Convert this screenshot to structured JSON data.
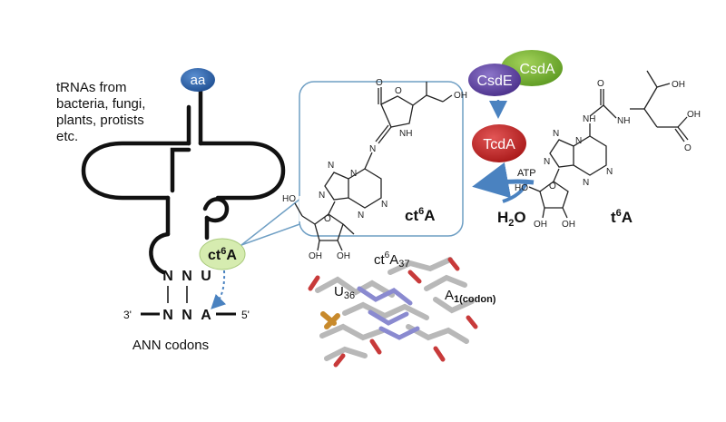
{
  "trna": {
    "source_lines": [
      "tRNAs from",
      "bacteria, fungi,",
      "plants, protists",
      "etc."
    ],
    "aa_label": "aa",
    "modified_base_label": "ct6A",
    "anticodon": [
      "N",
      "N",
      "U"
    ],
    "codon": [
      "N",
      "N",
      "A"
    ],
    "end_3": "3'",
    "end_5": "5'",
    "caption": "ANN codons"
  },
  "callout": {
    "label": "ct6A"
  },
  "pathway": {
    "enzymes": [
      "CsdE",
      "CsdA",
      "TcdA"
    ],
    "cofactor": "ATP",
    "product": "H2O",
    "substrate": "t6A"
  },
  "structure": {
    "labels": [
      "ct6A37",
      "U36",
      "A1(codon)"
    ]
  },
  "colors": {
    "aa_blue": "#2f67b0",
    "csde_purple": "#5a3f9c",
    "csda_green": "#6fae2c",
    "tcda_red": "#c42323",
    "ct6a_fill": "#d6ecb0",
    "arrow_blue": "#4a82c0",
    "callout_border": "#6f9fc4"
  }
}
